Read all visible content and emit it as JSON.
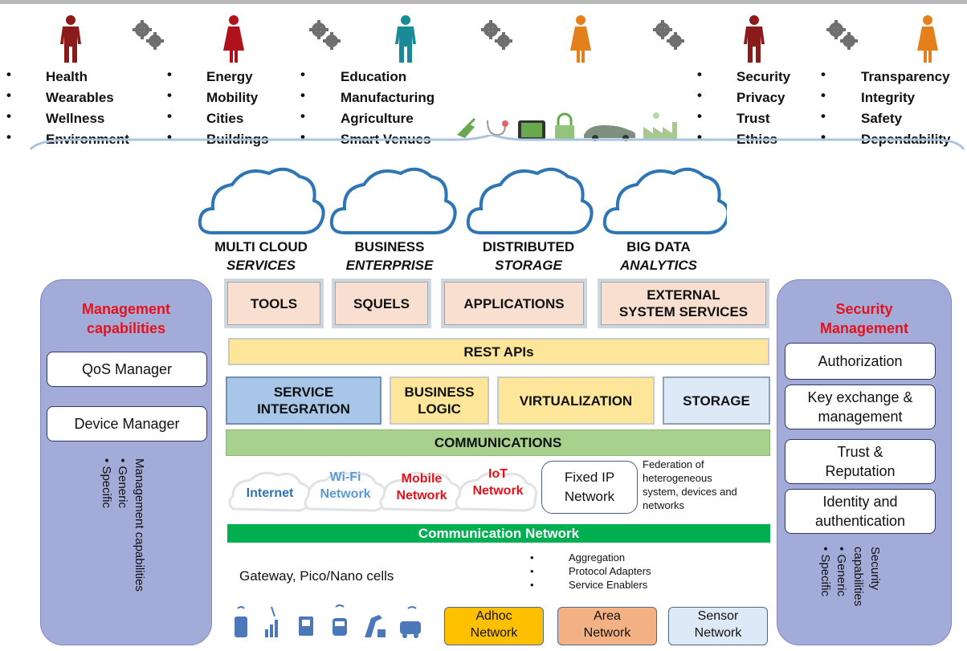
{
  "top_groups": [
    {
      "items": [
        "Health",
        "Wearables",
        "Wellness",
        "Environment"
      ]
    },
    {
      "items": [
        "Energy",
        "Mobility",
        "Cities",
        "Buildings"
      ]
    },
    {
      "items": [
        "Education",
        "Manufacturing",
        "Agriculture",
        "Smart Venues"
      ]
    },
    {
      "items": [
        "Security",
        "Privacy",
        "Trust",
        "Ethics"
      ]
    },
    {
      "items": [
        "Transparency",
        "Integrity",
        "Safety",
        "Dependability"
      ]
    }
  ],
  "bullet_glyph": "•",
  "clouds": [
    {
      "line1": "MULTI CLOUD",
      "line2": "SERVICES"
    },
    {
      "line1": "BUSINESS",
      "line2": "ENTERPRISE"
    },
    {
      "line1": "DISTRIBUTED",
      "line2": "STORAGE"
    },
    {
      "line1": "BIG DATA",
      "line2": "ANALYTICS"
    }
  ],
  "app_row": {
    "tools": "TOOLS",
    "squels": "SQUELS",
    "applications": "APPLICATIONS",
    "external_line1": "EXTERNAL",
    "external_line2": "SYSTEM SERVICES"
  },
  "rest_apis": "REST APIs",
  "service_row": {
    "integration_line1": "SERVICE",
    "integration_line2": "INTEGRATION",
    "logic_line1": "BUSINESS",
    "logic_line2": "LOGIC",
    "virtualization": "VIRTUALIZATION",
    "storage": "STORAGE"
  },
  "communications": "COMMUNICATIONS",
  "networks": {
    "internet": "Internet",
    "wifi_line1": "Wi-Fi",
    "wifi_line2": "Network",
    "mobile_line1": "Mobile",
    "mobile_line2": "Network",
    "iot_line1": "IoT",
    "iot_line2": "Network",
    "fixed_line1": "Fixed IP",
    "fixed_line2": "Network",
    "federation_lines": [
      "Federation of",
      "heterogeneous",
      "system, devices and",
      "networks"
    ]
  },
  "communication_network": "Communication Network",
  "gateway_label": "Gateway, Pico/Nano cells",
  "gateway_bullets": [
    "Aggregation",
    "Protocol Adapters",
    "Service Enablers"
  ],
  "bottom_boxes": [
    {
      "line1": "Adhoc",
      "line2": "Network"
    },
    {
      "line1": "Area",
      "line2": "Network"
    },
    {
      "line1": "Sensor",
      "line2": "Network"
    }
  ],
  "left_panel": {
    "title_line1": "Management",
    "title_line2": "capabilities",
    "qos": "QoS Manager",
    "device": "Device Manager",
    "vertical_title": "Management capabilities",
    "vertical_items": [
      "Generic",
      "Specific"
    ]
  },
  "right_panel": {
    "title_line1": "Security",
    "title_line2": "Management",
    "authorization": "Authorization",
    "key_line1": "Key exchange &",
    "key_line2": "management",
    "trust_line1": "Trust &",
    "trust_line2": "Reputation",
    "identity_line1": "Identity and",
    "identity_line2": "authentication",
    "vertical_title_line1": "Security",
    "vertical_title_line2": "capabilities",
    "vertical_items": [
      "Generic",
      "Specific"
    ]
  },
  "colors": {
    "side_panel": "#a3acd9",
    "title_red": "#e8111a",
    "peach": "#f9dfcf",
    "yellow": "#fde599",
    "blue": "#a8c7e8",
    "green_bar": "#00b050",
    "comm_green": "#a9d18e",
    "cloud_stroke": "#2e75b6",
    "wifi_blue": "#5b9bd5",
    "internet_blue": "#2e75b6",
    "mobile_red": "#e8111a",
    "adhoc": "#ffc000",
    "area": "#f4b183",
    "sensor": "#dde9f6"
  },
  "icons": [
    "person-icon",
    "gear-icon",
    "plug-icon",
    "stethoscope-icon",
    "tablet-icon",
    "lock-icon",
    "car-icon",
    "factory-icon",
    "antenna-icon",
    "tower-icon",
    "signal-bars-icon",
    "device-icon",
    "train-icon",
    "oil-pump-icon",
    "vehicle-icon"
  ]
}
